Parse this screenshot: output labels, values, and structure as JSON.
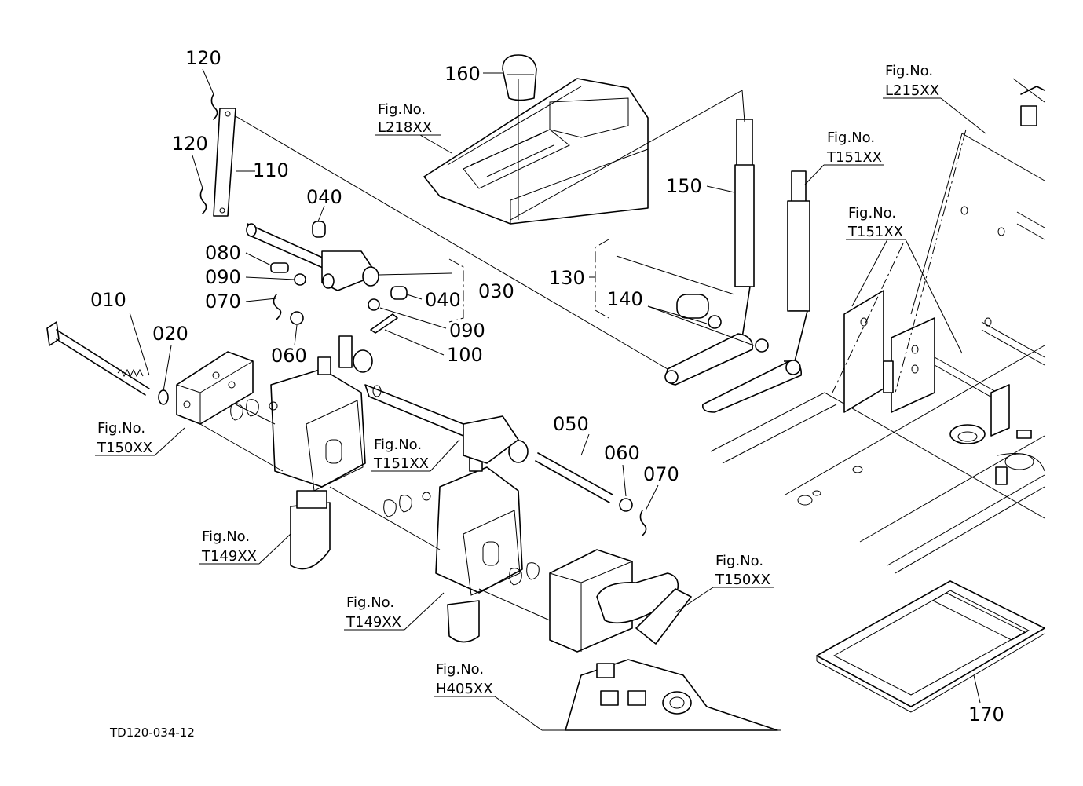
{
  "drawing_code": "TD120-034-12",
  "fig_prefix": "Fig.No.",
  "parts": {
    "p010": "010",
    "p020": "020",
    "p030": "030",
    "p040a": "040",
    "p040b": "040",
    "p050": "050",
    "p060a": "060",
    "p060b": "060",
    "p070a": "070",
    "p070b": "070",
    "p080": "080",
    "p090a": "090",
    "p090b": "090",
    "p100": "100",
    "p110": "110",
    "p120a": "120",
    "p120b": "120",
    "p130": "130",
    "p140": "140",
    "p150": "150",
    "p160": "160",
    "p170": "170"
  },
  "figure_refs": {
    "l218": "L218XX",
    "l215": "L215XX",
    "t151_top": "T151XX",
    "t151_right": "T151XX",
    "t151_mid": "T151XX",
    "t150_left": "T150XX",
    "t150_right": "T150XX",
    "t149_left": "T149XX",
    "t149_mid": "T149XX",
    "h405": "H405XX"
  }
}
